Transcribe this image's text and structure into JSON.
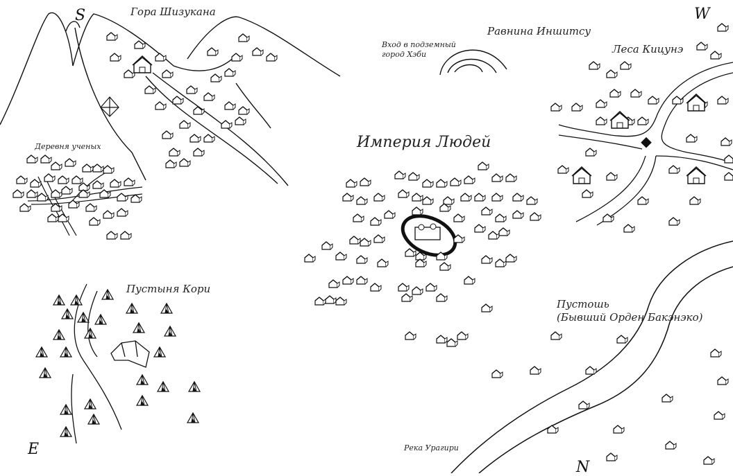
{
  "compass": {
    "north": "N",
    "south": "S",
    "east": "E",
    "west": "W"
  },
  "regions": {
    "mountain": "Гора Шизукана",
    "scholars_village": "Деревня ученых",
    "plain": "Равнина Иншитсу",
    "underground_city": [
      "Вход в подземный",
      "город Хэби"
    ],
    "forest": "Леса Кицунэ",
    "empire": "Империя Людей",
    "desert": "Пустыня Кори",
    "wasteland": "Пустошь",
    "wasteland_sub": "(Бывший Орден Бакэнэко)",
    "river": "Река Урагири"
  },
  "colors": {
    "ink": "#111111",
    "paper": "#ffffff"
  }
}
